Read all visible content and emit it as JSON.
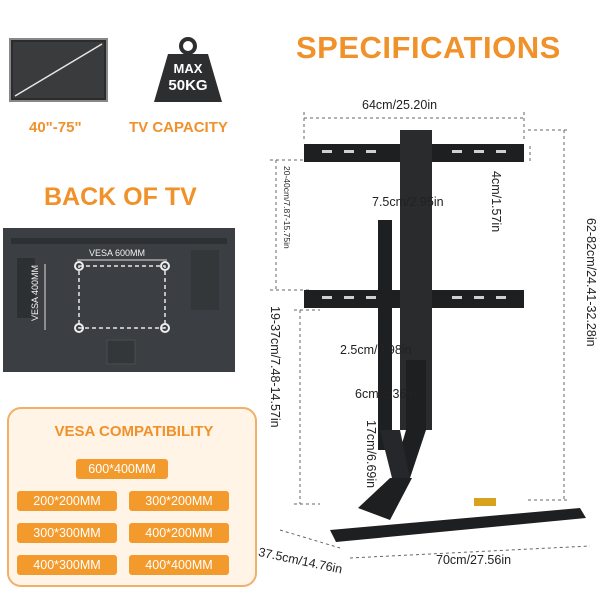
{
  "header": {
    "title": "SPECIFICATIONS"
  },
  "features": {
    "tv_size_label": "40\"-75\"",
    "capacity_label": "TV CAPACITY",
    "weight_max": "MAX",
    "weight_value": "50KG"
  },
  "back_of_tv": {
    "title": "BACK OF TV",
    "vesa_width": "VESA 600MM",
    "vesa_height": "VESA 400MM"
  },
  "vesa": {
    "title": "VESA COMPATIBILITY",
    "sizes": [
      "600*400MM",
      "200*200MM",
      "300*200MM",
      "300*300MM",
      "400*200MM",
      "400*300MM",
      "400*400MM"
    ]
  },
  "dimensions": {
    "bracket_width": "64cm/25.20in",
    "bracket_height": "4cm/1.57in",
    "bracket_spacing": "20-40cm/7.87-15.75in",
    "column_width": "7.5cm/2.95in",
    "total_height": "62-82cm/24.41-32.28in",
    "lower_height": "19-37cm/7.48-14.57in",
    "column_depth": "2.5cm/0.98in",
    "post_width": "6cm/2.36in",
    "post_height": "17cm/6.69in",
    "base_depth": "37.5cm/14.76in",
    "base_width": "70cm/27.56in"
  },
  "colors": {
    "accent": "#f0912a",
    "chip": "#f39a2c",
    "stand": "#1e1f21"
  }
}
